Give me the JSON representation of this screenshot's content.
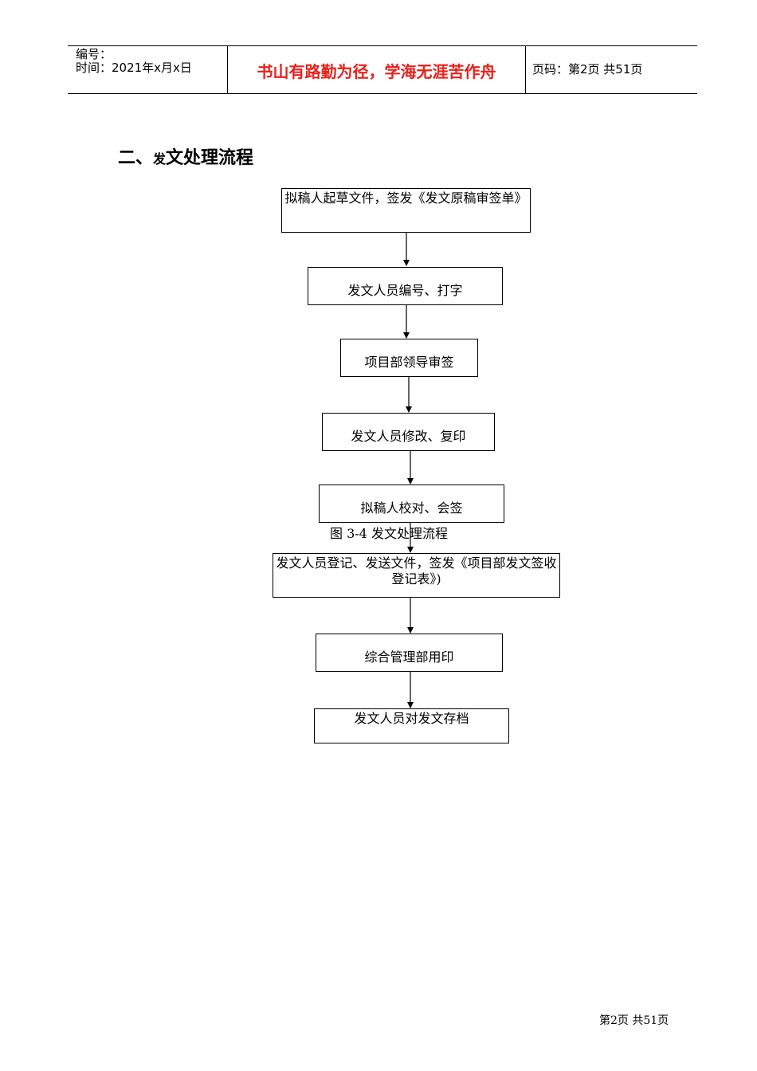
{
  "header": {
    "number_label": "编号：",
    "time_label": "时间：2021年x月x日",
    "motto": "书山有路勤为径，学海无涯苦作舟",
    "page_label": "页码：第2页 共51页"
  },
  "section": {
    "prefix": "二、",
    "small_char": "发",
    "title": "文处理流程"
  },
  "flow": {
    "step1": "拟稿人起草文件，签发《发文原稿审签单》",
    "step2": "发文人员编号、打字",
    "step3": "项目部领导审签",
    "step4": "发文人员修改、复印",
    "step5": "拟稿人校对、会签",
    "step6_line1": "发文人员登记、发送文件，签发《项目部发文签收",
    "step6_line2": "登记表》)",
    "step7": "综合管理部用印",
    "step8": "发文人员对发文存档"
  },
  "caption": "图 3-4  发文处理流程",
  "footer": "第2页 共51页"
}
